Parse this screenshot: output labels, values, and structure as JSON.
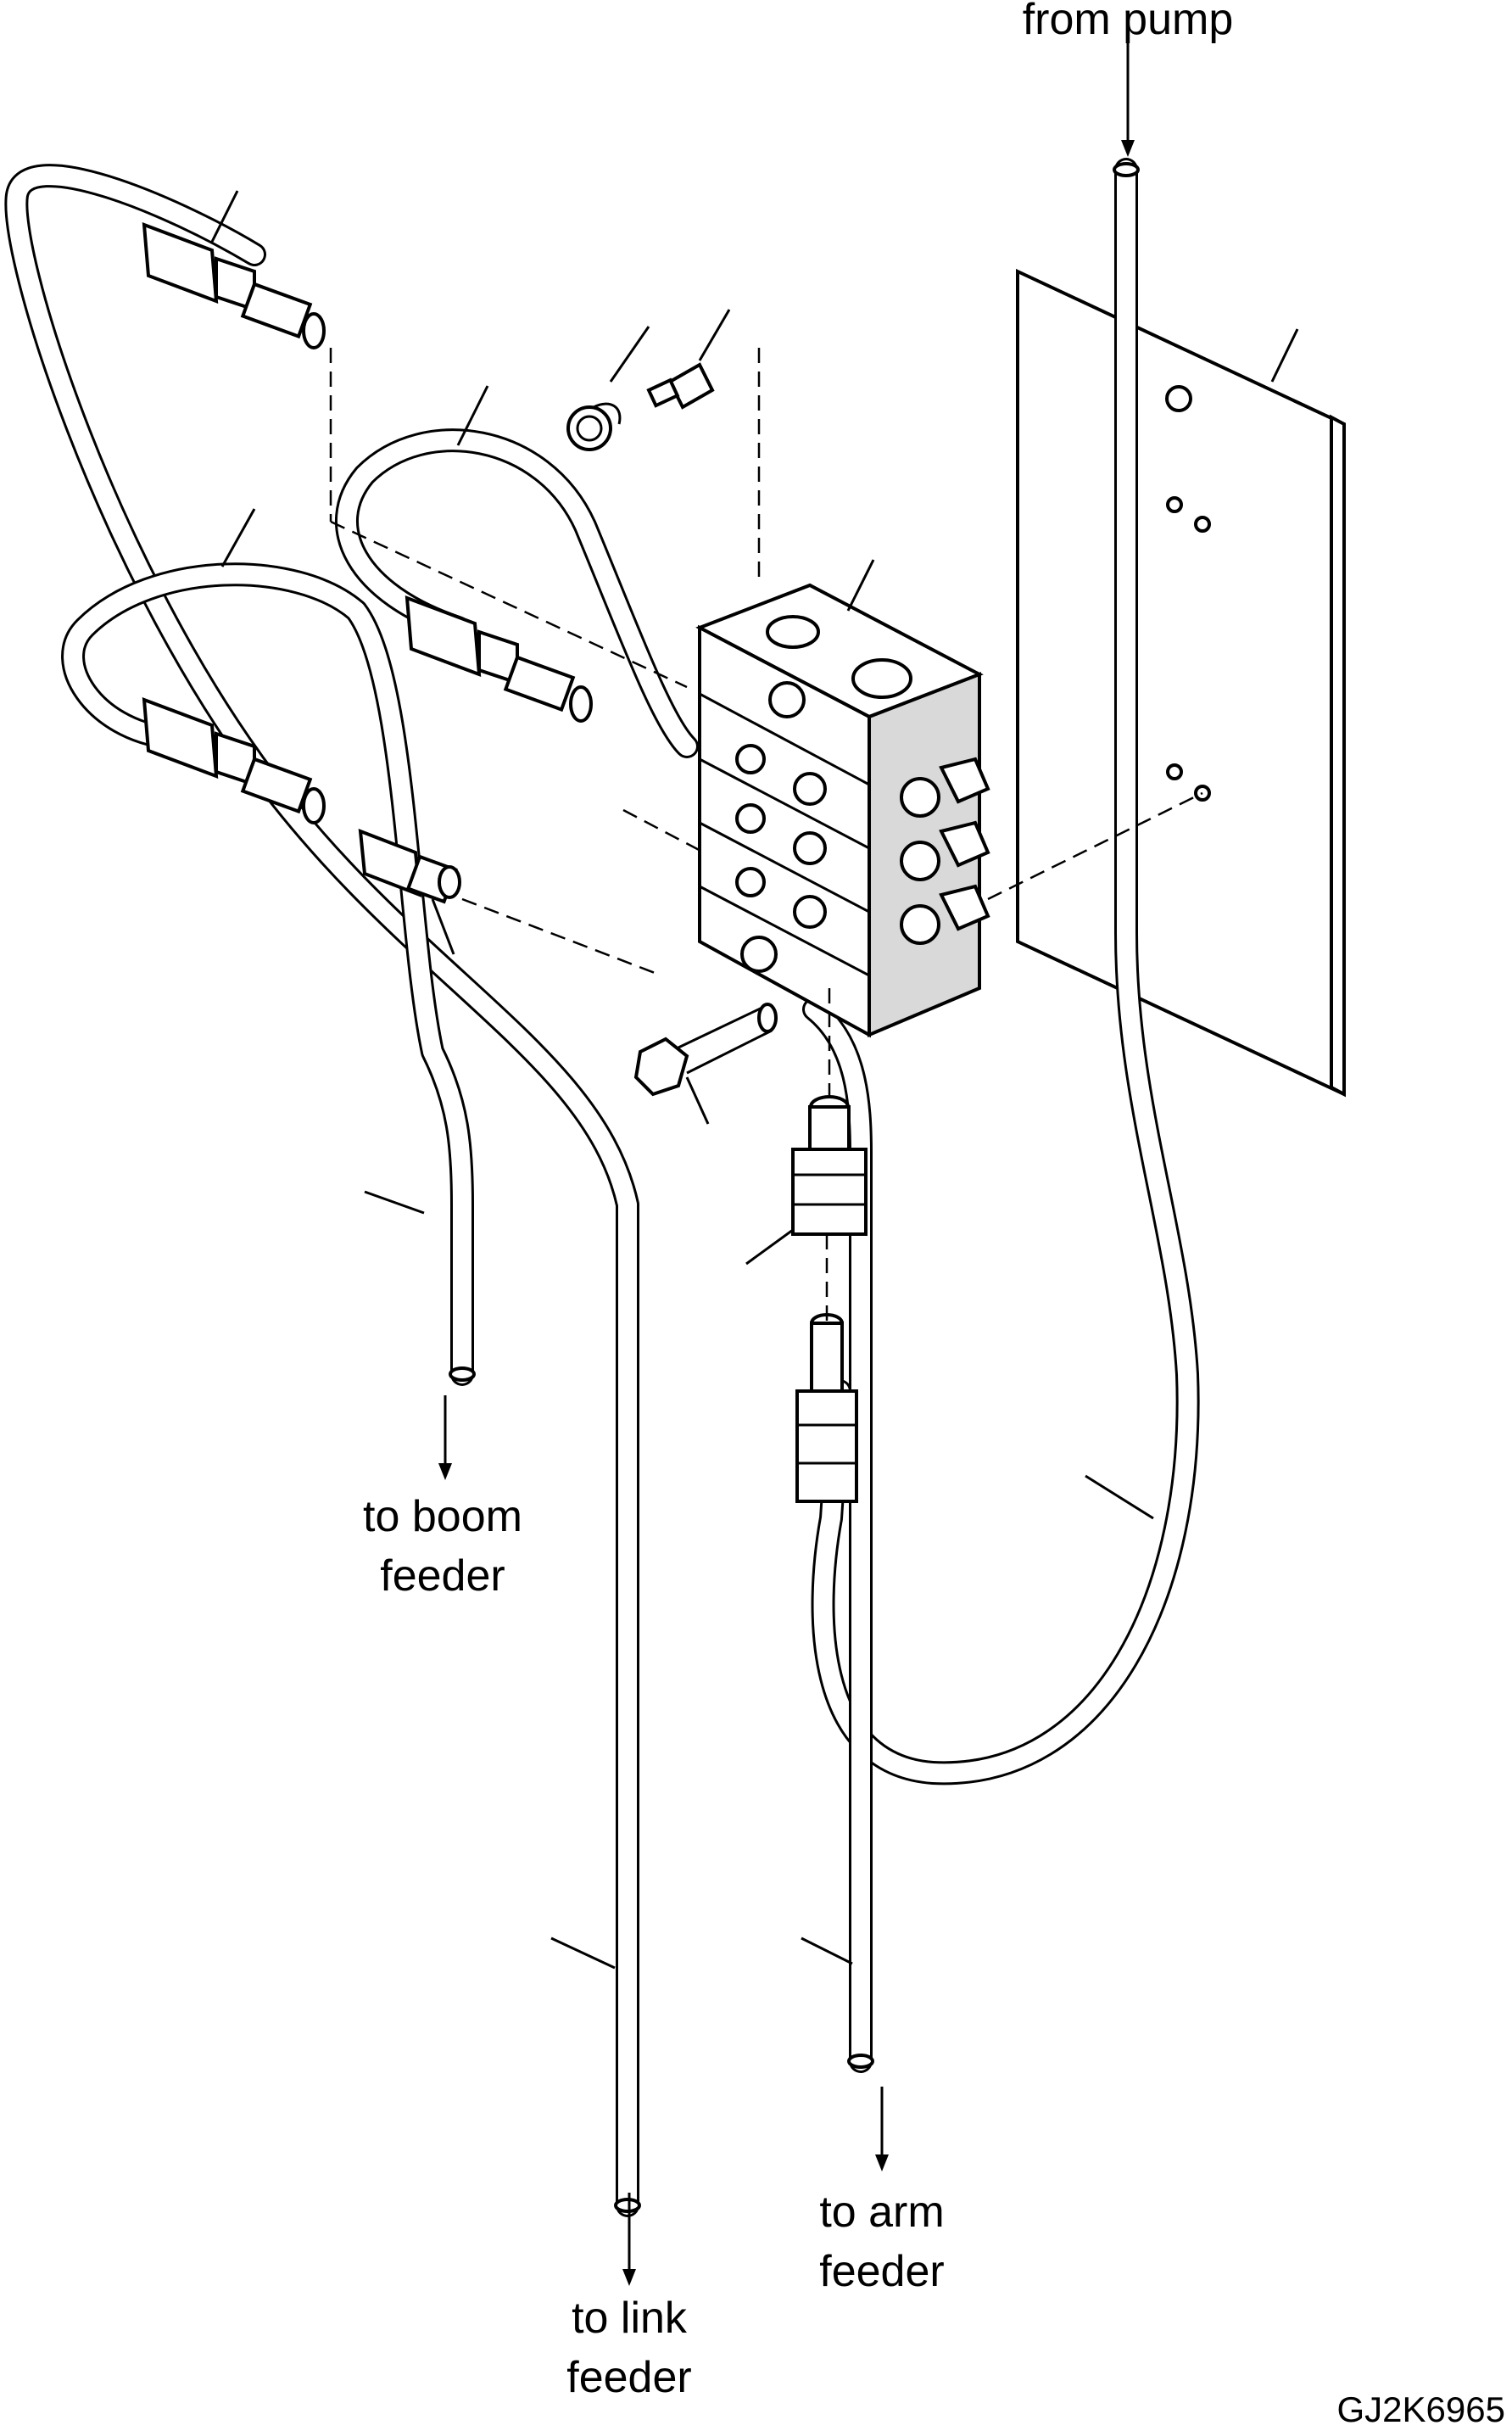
{
  "labels": {
    "from_pump": "from pump",
    "to_boom": [
      "to boom",
      "feeder"
    ],
    "to_link": [
      "to link",
      "feeder"
    ],
    "to_arm": [
      "to arm",
      "feeder"
    ],
    "drawing_code": "GJ2K6965"
  }
}
